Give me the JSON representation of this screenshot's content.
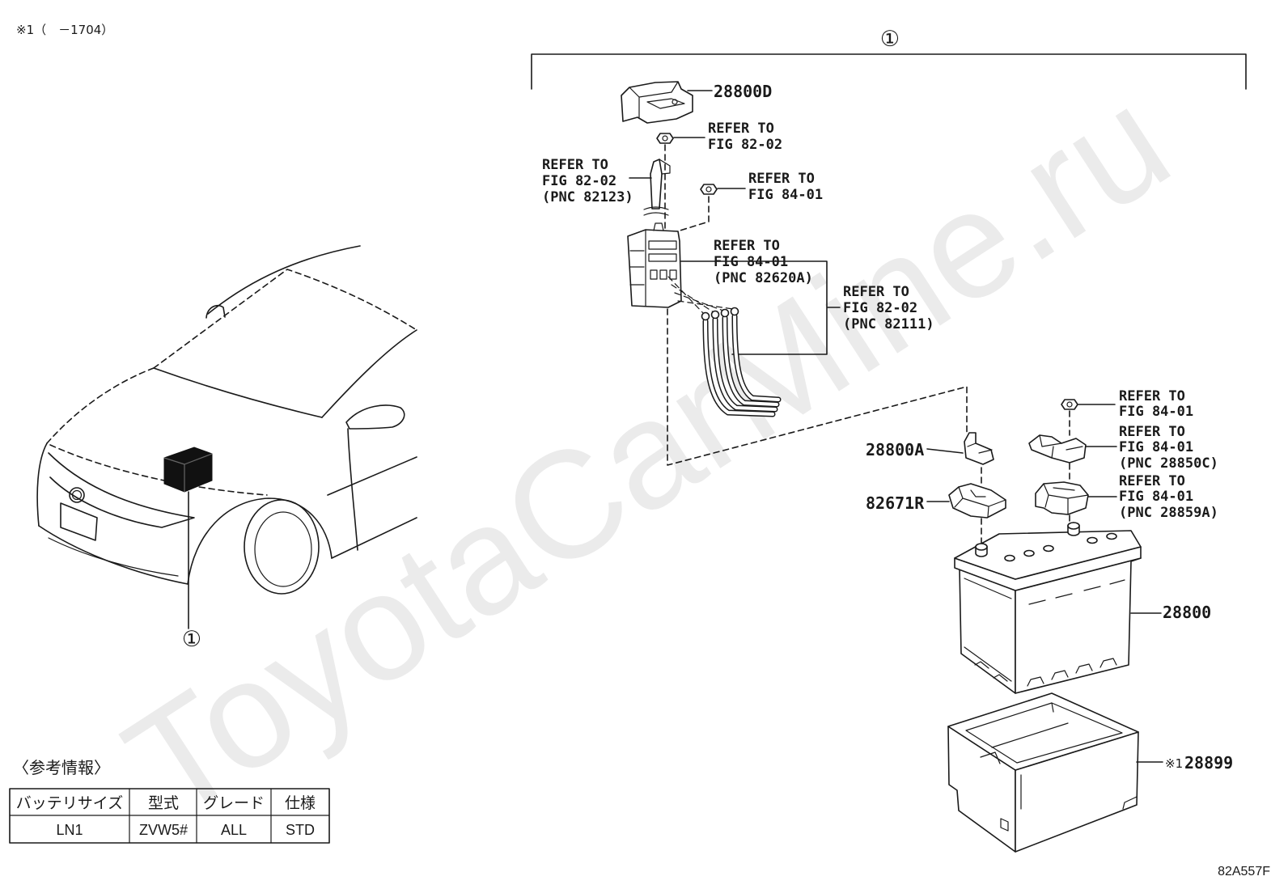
{
  "page": {
    "note": "※1（　－1704）",
    "figure_id": "82A557F",
    "watermark": "ToyotaCarMine.ru"
  },
  "assembly": {
    "marker": "①"
  },
  "car": {
    "marker": "①"
  },
  "parts": {
    "cover": "28800D",
    "clamp": "28800A",
    "holder": "82671R",
    "battery": "28800",
    "tray_note": "※1",
    "tray": "28899"
  },
  "refs": [
    {
      "lines": [
        "REFER TO",
        "FIG 82-02"
      ]
    },
    {
      "lines": [
        "REFER TO",
        "FIG 82-02",
        "(PNC 82123)"
      ]
    },
    {
      "lines": [
        "REFER TO",
        "FIG 84-01"
      ]
    },
    {
      "lines": [
        "REFER TO",
        "FIG 84-01",
        "(PNC 82620A)"
      ]
    },
    {
      "lines": [
        "REFER TO",
        "FIG 82-02",
        "(PNC 82111)"
      ]
    },
    {
      "lines": [
        "REFER TO",
        "FIG 84-01"
      ]
    },
    {
      "lines": [
        "REFER TO",
        "FIG 84-01",
        "(PNC 28850C)"
      ]
    },
    {
      "lines": [
        "REFER TO",
        "FIG 84-01",
        "(PNC 28859A)"
      ]
    }
  ],
  "reference_info": {
    "title": "〈参考情報〉",
    "headers": [
      "バッテリサイズ",
      "型式",
      "グレード",
      "仕様"
    ],
    "values": [
      "LN1",
      "ZVW5#",
      "ALL",
      "STD"
    ]
  },
  "colors": {
    "line": "#1a1a1a",
    "box": "#111111",
    "watermark": "#ebebeb"
  }
}
